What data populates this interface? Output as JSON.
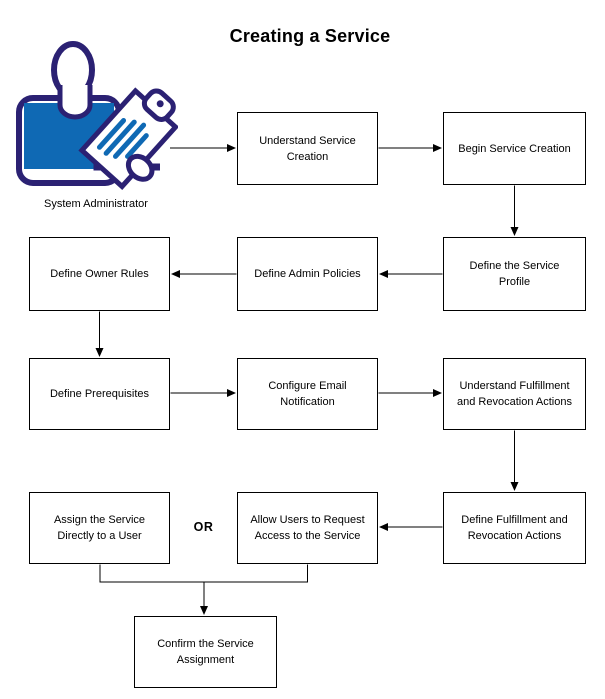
{
  "diagram": {
    "title": "Creating a Service",
    "actor_label": "System Administrator",
    "or_label": "OR"
  },
  "nodes": [
    {
      "id": "understand-service-creation",
      "label": "Understand Service Creation"
    },
    {
      "id": "begin-service-creation",
      "label": "Begin Service Creation"
    },
    {
      "id": "define-the-service-profile",
      "label": "Define the Service Profile"
    },
    {
      "id": "define-admin-policies",
      "label": "Define Admin Policies"
    },
    {
      "id": "define-owner-rules",
      "label": "Define Owner Rules"
    },
    {
      "id": "define-prerequisites",
      "label": "Define Prerequisites"
    },
    {
      "id": "configure-email-notification",
      "label": "Configure Email Notification"
    },
    {
      "id": "understand-fulfillment-and-revocation-actions",
      "label": "Understand Fulfillment and Revocation Actions"
    },
    {
      "id": "define-fulfillment-and-revocation-actions",
      "label": "Define Fulfillment and Revocation Actions"
    },
    {
      "id": "assign-the-service-directly-to-a-user",
      "label": "Assign the Service Directly to a User"
    },
    {
      "id": "allow-users-to-request-access-to-the-service",
      "label": "Allow Users to Request Access to the Service"
    },
    {
      "id": "confirm-the-service-assignment",
      "label": "Confirm the Service Assignment"
    }
  ],
  "edges": [
    {
      "from": "system-administrator",
      "to": "understand-service-creation"
    },
    {
      "from": "understand-service-creation",
      "to": "begin-service-creation"
    },
    {
      "from": "begin-service-creation",
      "to": "define-the-service-profile"
    },
    {
      "from": "define-the-service-profile",
      "to": "define-admin-policies"
    },
    {
      "from": "define-admin-policies",
      "to": "define-owner-rules"
    },
    {
      "from": "define-owner-rules",
      "to": "define-prerequisites"
    },
    {
      "from": "define-prerequisites",
      "to": "configure-email-notification"
    },
    {
      "from": "configure-email-notification",
      "to": "understand-fulfillment-and-revocation-actions"
    },
    {
      "from": "understand-fulfillment-and-revocation-actions",
      "to": "define-fulfillment-and-revocation-actions"
    },
    {
      "from": "define-fulfillment-and-revocation-actions",
      "to": "allow-users-to-request-access-to-the-service"
    },
    {
      "from": "assign-the-service-directly-to-a-user OR allow-users-to-request-access-to-the-service",
      "to": "confirm-the-service-assignment"
    }
  ],
  "colors": {
    "icon_outline": "#2b2173",
    "icon_blue": "#0f69b4",
    "box_border": "#000000",
    "text": "#000000",
    "background": "#ffffff"
  }
}
